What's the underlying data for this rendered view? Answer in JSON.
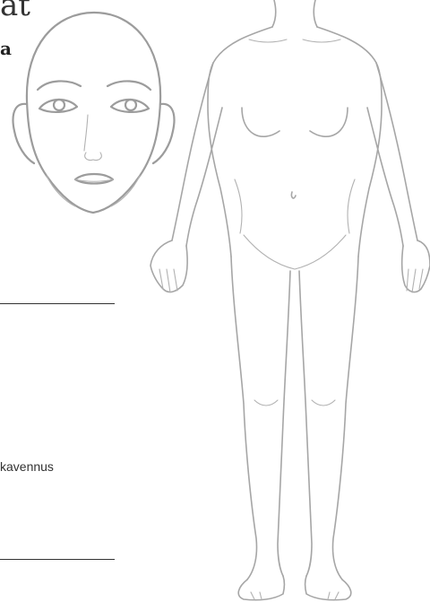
{
  "page": {
    "title_fragment": "at",
    "bold_fragment": "a",
    "note_text": "kavennus"
  },
  "colors": {
    "line": "#a6a6a6",
    "text": "#333333",
    "background": "#ffffff"
  }
}
